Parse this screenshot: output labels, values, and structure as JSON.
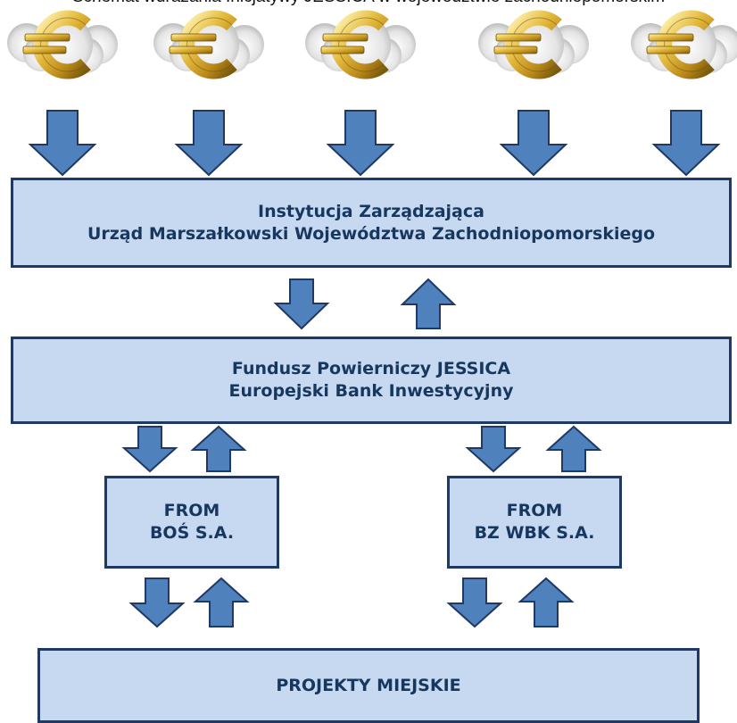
{
  "header": {
    "caption": "Schemat wdrażania Inicjatywy JESSICA w województwie zachodniopomorskim"
  },
  "boxes": {
    "managing_authority": {
      "line1": "Instytucja Zarządzająca",
      "line2": "Urząd Marszałkowski Województwa Zachodniopomorskiego"
    },
    "trust_fund": {
      "line1": "Fundusz Powierniczy JESSICA",
      "line2": "Europejski Bank Inwestycyjny"
    },
    "from_bos": {
      "line1": "FROM",
      "line2": "BOŚ S.A."
    },
    "from_bzwbk": {
      "line1": "FROM",
      "line2": "BZ WBK S.A."
    },
    "projects": {
      "line1": "PROJEKTY MIEJSKIE"
    }
  },
  "icons": {
    "coin": "euro-coin-icon",
    "arrow_down": "down-arrow-icon",
    "arrow_up": "up-arrow-icon"
  },
  "colors": {
    "box_fill": "#c6d9f1",
    "box_border": "#1f3864",
    "box_text": "#17375e",
    "arrow_fill": "#4f81bd",
    "arrow_stroke": "#1f3864",
    "coin_gold": "#c9a227"
  }
}
